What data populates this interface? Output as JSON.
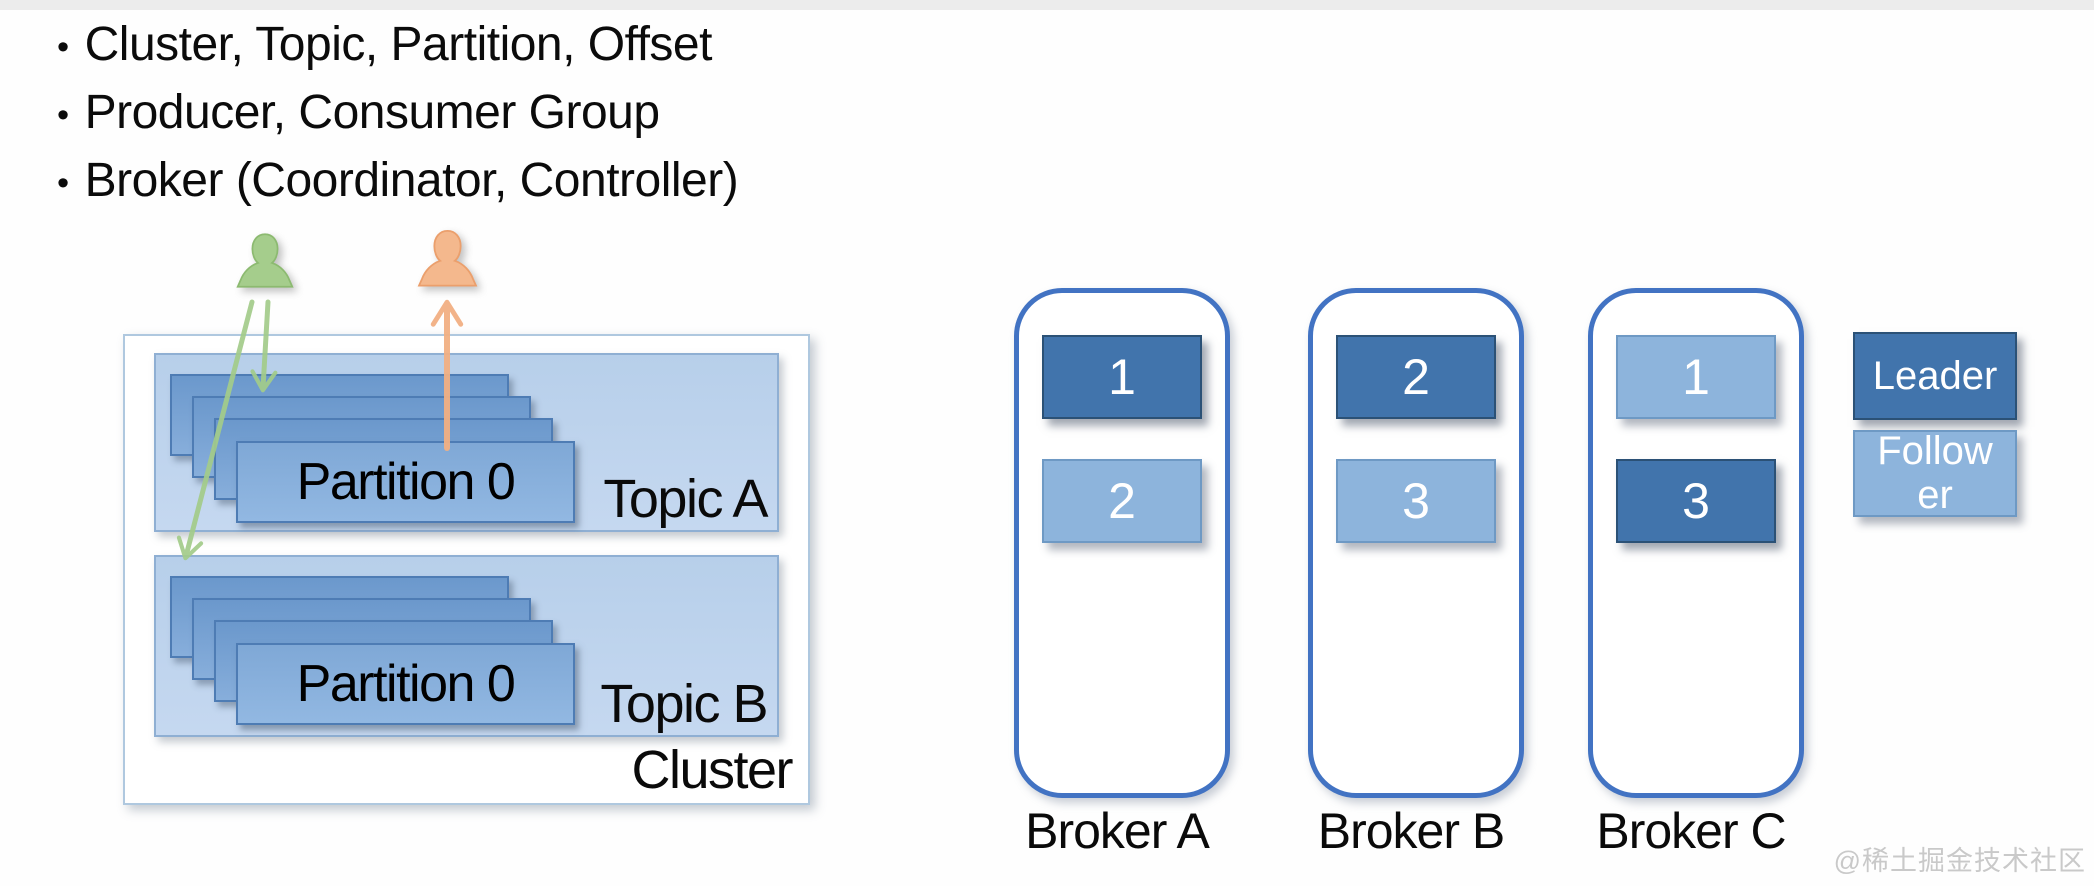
{
  "slide": {
    "bullets": [
      "Cluster, Topic, Partition, Offset",
      "Producer, Consumer Group",
      "Broker (Coordinator, Controller)"
    ],
    "actors": {
      "producer": {
        "icon": "person-icon",
        "color": "#a5cd8c"
      },
      "consumer": {
        "icon": "person-icon",
        "color": "#f4b88d"
      }
    },
    "cluster": {
      "label": "Cluster",
      "topics": [
        {
          "label": "Topic A",
          "partition_label": "Partition 0",
          "stacked_replicas": 4
        },
        {
          "label": "Topic B",
          "partition_label": "Partition 0",
          "stacked_replicas": 4
        }
      ]
    },
    "brokers": [
      {
        "label": "Broker A",
        "slots": [
          {
            "value": "1",
            "role": "leader"
          },
          {
            "value": "2",
            "role": "follower"
          }
        ]
      },
      {
        "label": "Broker B",
        "slots": [
          {
            "value": "2",
            "role": "leader"
          },
          {
            "value": "3",
            "role": "follower"
          }
        ]
      },
      {
        "label": "Broker C",
        "slots": [
          {
            "value": "1",
            "role": "follower"
          },
          {
            "value": "3",
            "role": "leader"
          }
        ]
      }
    ],
    "legend": [
      {
        "label": "Leader",
        "role": "leader"
      },
      {
        "label": "Follower",
        "role": "follower"
      }
    ],
    "watermark": "@稀土掘金技术社区",
    "colors": {
      "leader_fill": "#4174ac",
      "follower_fill": "#8db4dc",
      "broker_outline": "#4273c3",
      "topic_fill": "#c0d4ee",
      "partition_fill": "#7fa8d6",
      "cluster_border": "#afc8df",
      "producer_green": "#a5cd8c",
      "consumer_orange": "#f4b88d",
      "text": "#0a0a0a",
      "watermark_gray": "#c9c9c9"
    }
  }
}
